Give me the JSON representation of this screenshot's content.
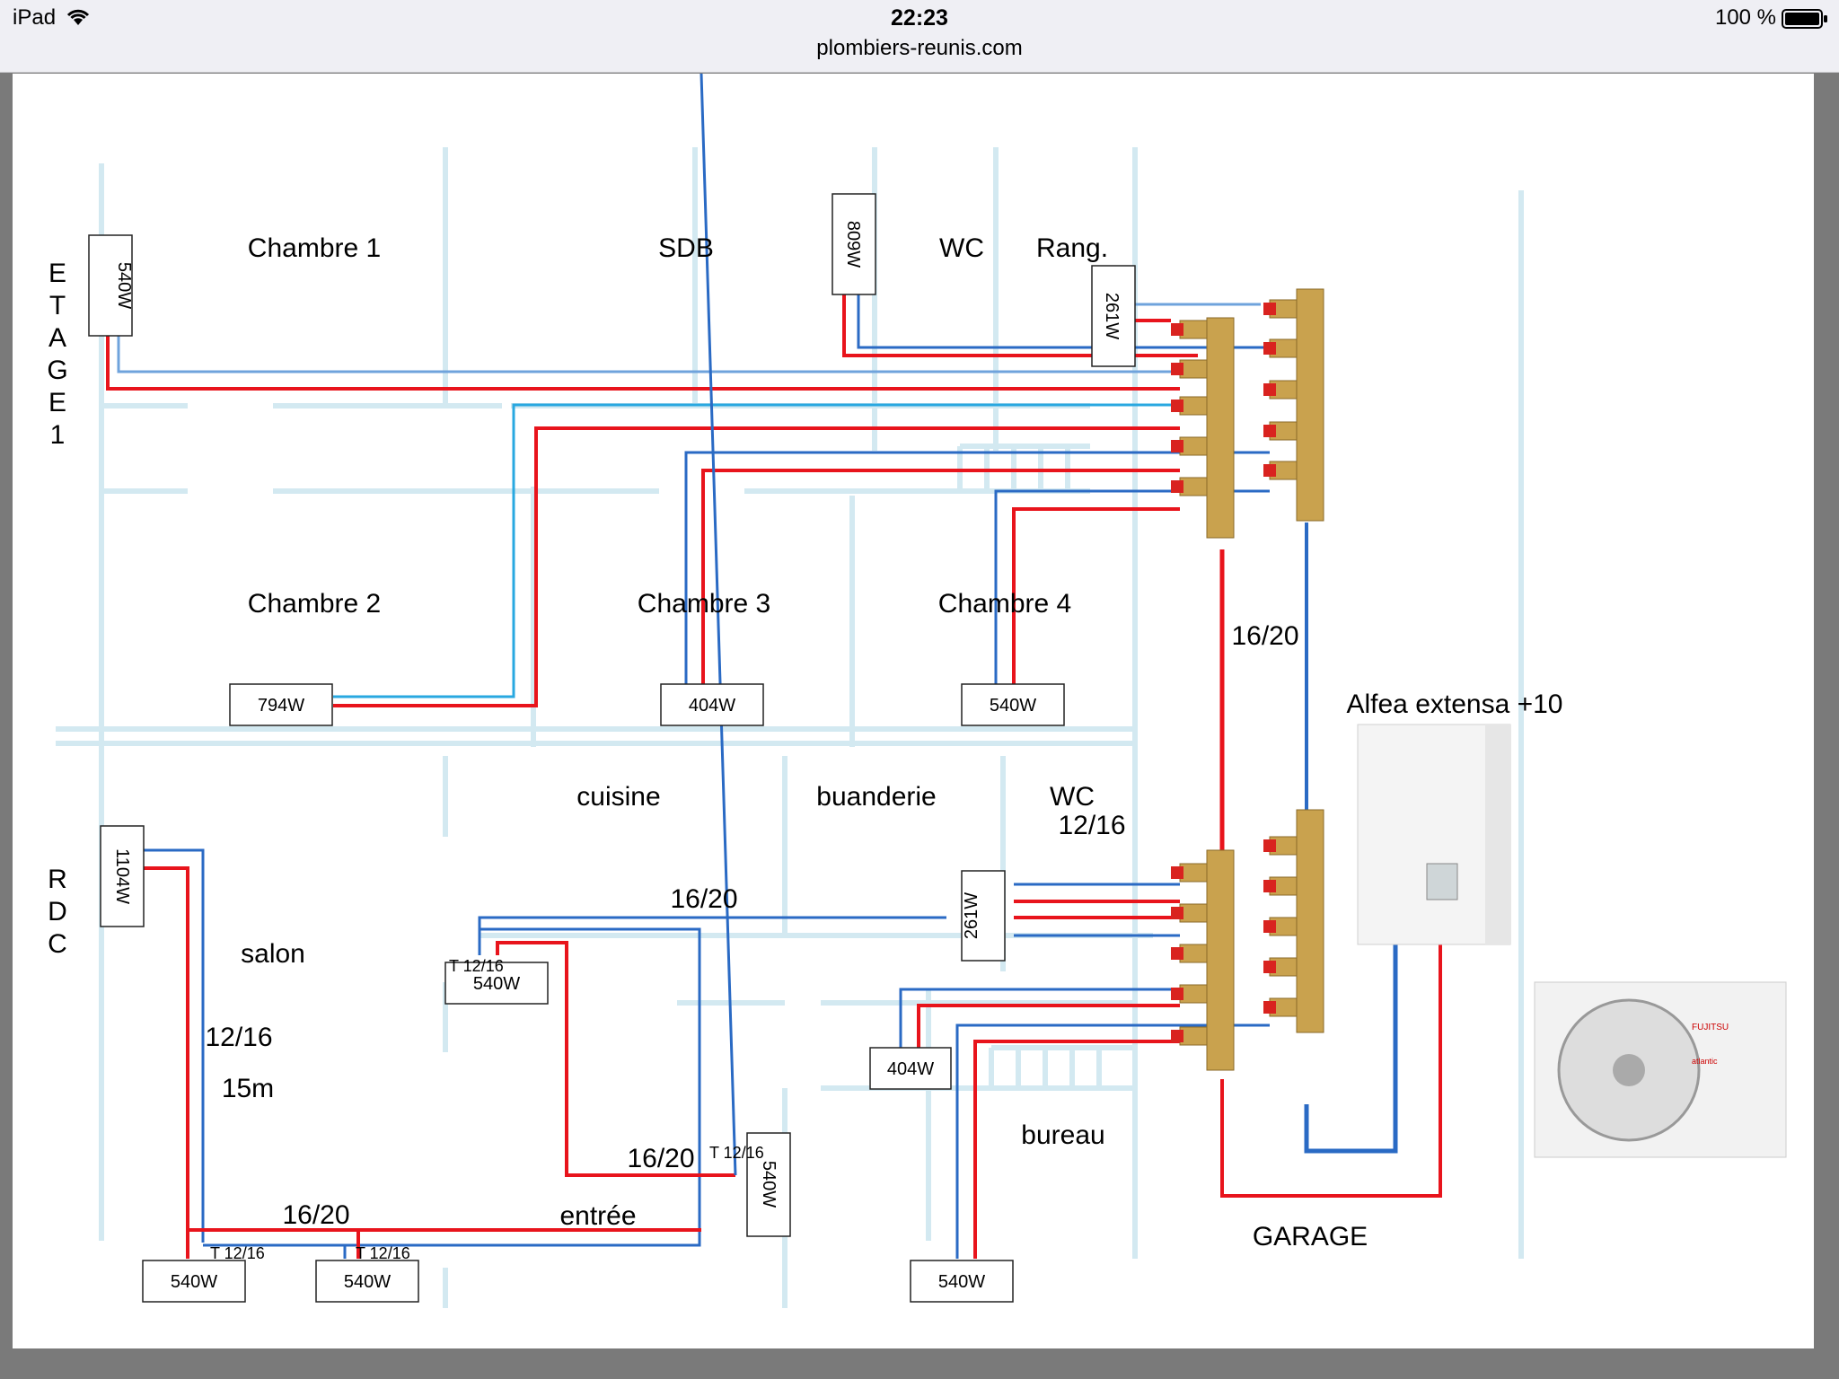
{
  "status_bar": {
    "device": "iPad",
    "time": "22:23",
    "url": "plombiers-reunis.com",
    "battery": "100 %",
    "icons": [
      "wifi-icon",
      "battery-icon"
    ]
  },
  "floors": {
    "upper_letters": [
      "E",
      "T",
      "A",
      "G",
      "E",
      "1"
    ],
    "ground_letters": [
      "R",
      "D",
      "C"
    ]
  },
  "rooms": {
    "chambre1": "Chambre 1",
    "sdb": "SDB",
    "wc_up": "WC",
    "rang": "Rang.",
    "chambre2": "Chambre 2",
    "chambre3": "Chambre 3",
    "chambre4": "Chambre 4",
    "cuisine": "cuisine",
    "buanderie": "buanderie",
    "wc_down": "WC",
    "salon": "salon",
    "bureau": "bureau",
    "entree": "entrée",
    "garage": "GARAGE"
  },
  "radiators": {
    "ch1": "540W",
    "sdb": "809W",
    "rang": "261W",
    "ch2": "794W",
    "ch3": "404W",
    "ch4": "540W",
    "salon_top": "1104W",
    "cuisine": "540W",
    "wc_down": "261W",
    "entree": "540W",
    "buanderie": "404W",
    "salon_b1": "540W",
    "salon_b2": "540W",
    "bureau": "540W"
  },
  "pipe_labels": {
    "main_riser": "16/20",
    "wc_pipe": "12/16",
    "kitchen_feed": "16/20",
    "salon_pipe": "12/16",
    "salon_length": "15m",
    "entree_feed": "16/20",
    "salon_feed": "16/20",
    "tee_kitchen": "T 12/16",
    "tee_entree": "T 12/16",
    "tee_salon1": "T 12/16",
    "tee_salon2": "T 12/16"
  },
  "equipment": {
    "heat_pump_label": "Alfea extensa +10",
    "outdoor_brand": "FUJITSU",
    "outdoor_sub": "atlantic"
  },
  "colors": {
    "hot": "#e8141c",
    "return": "#2a6ac4",
    "wall": "#d3e9f1",
    "brass": "#c9a24e"
  }
}
